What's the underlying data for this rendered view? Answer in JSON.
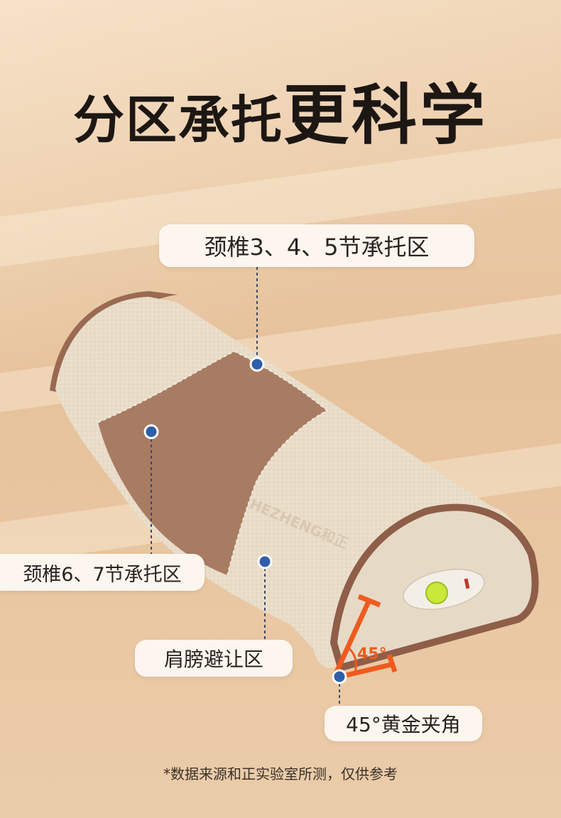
{
  "title": {
    "part1": "分区承托",
    "part2": "更科学"
  },
  "labels": {
    "cervical_345": "颈椎3、4、5节承托区",
    "cervical_67": "颈椎6、7节承托区",
    "shoulder": "肩膀避让区",
    "angle": "45°黄金夹角"
  },
  "product": {
    "brand": "HEZHENG和正",
    "angle_mark": "45°"
  },
  "footnote": "*数据来源和正实验室所测，仅供参考",
  "colors": {
    "background": "#e9c9a4",
    "pillow_fabric": "#e8dcc8",
    "pillow_center": "#a87c62",
    "pillow_trim": "#9a6a52",
    "marker_dot": "#2f5fa8",
    "angle_indicator": "#f05a1e",
    "power_button": "#c8e83a"
  }
}
